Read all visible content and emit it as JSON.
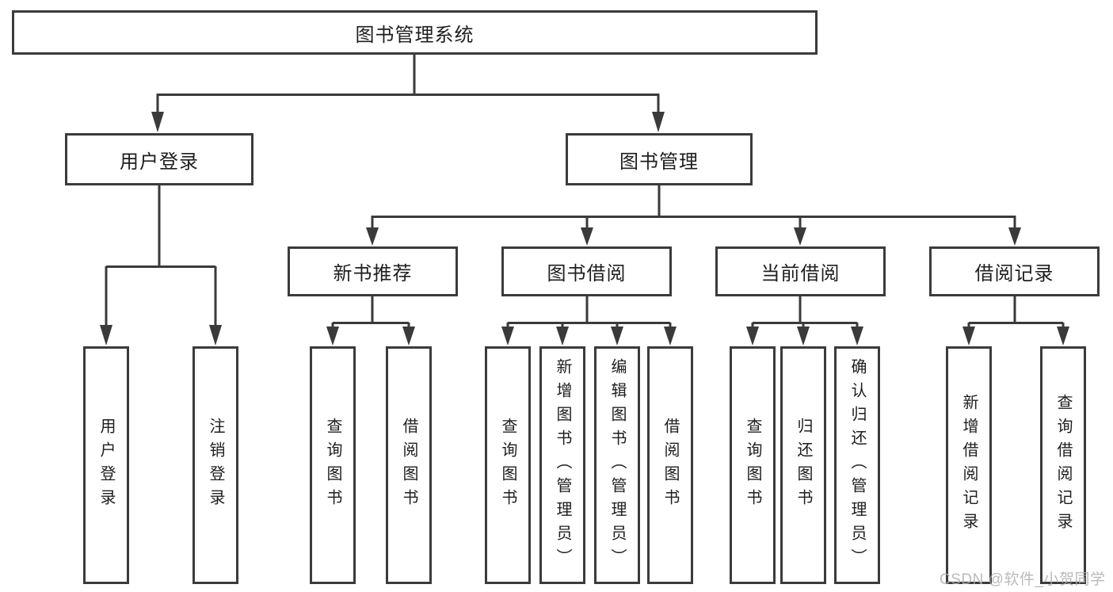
{
  "tree": {
    "root": {
      "label": "图书管理系统"
    },
    "level2": [
      {
        "label": "用户登录",
        "children": [
          {
            "label": "用户登录"
          },
          {
            "label": "注销登录"
          }
        ]
      },
      {
        "label": "图书管理",
        "sections": [
          {
            "label": "新书推荐",
            "children": [
              {
                "label": "查询图书"
              },
              {
                "label": "借阅图书"
              }
            ]
          },
          {
            "label": "图书借阅",
            "children": [
              {
                "label": "查询图书"
              },
              {
                "label": "新增图书（管理员）"
              },
              {
                "label": "编辑图书（管理员）"
              },
              {
                "label": "借阅图书"
              }
            ]
          },
          {
            "label": "当前借阅",
            "children": [
              {
                "label": "查询图书"
              },
              {
                "label": "归还图书"
              },
              {
                "label": "确认归还（管理员）"
              }
            ]
          },
          {
            "label": "借阅记录",
            "children": [
              {
                "label": "新增借阅记录"
              },
              {
                "label": "查询借阅记录"
              }
            ]
          }
        ]
      }
    ]
  },
  "watermark": {
    "text": "CSDN @软件_小贺同学"
  },
  "colors": {
    "line": "#3a3a3a",
    "box_border": "#3b3b3b",
    "box_fill": "#ffffff",
    "text": "#1e1e1e",
    "watermark": "#aeaeae",
    "background": "#ffffff"
  }
}
